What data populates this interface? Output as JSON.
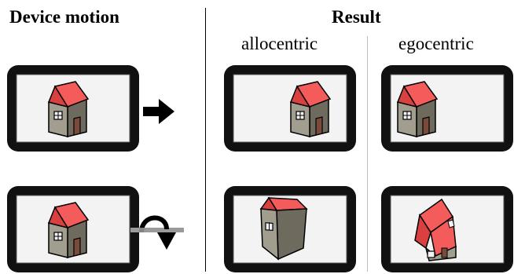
{
  "headings": {
    "device_motion": "Device motion",
    "result": "Result",
    "allocentric": "allocentric",
    "egocentric": "egocentric"
  },
  "colors": {
    "roof": "#f45b5b",
    "wall": "#a29e8f",
    "wall_shade": "#6e6b5e",
    "door": "#7a4a3a",
    "screen": "#f3f3f3",
    "tablet_frame": "#111111"
  },
  "rows": [
    {
      "motion": "translate",
      "motion_icon": "arrow-right-icon",
      "device": "house-center",
      "allocentric": "house-shifted-right",
      "egocentric": "house-shifted-left"
    },
    {
      "motion": "rotate",
      "motion_icon": "rotate-arrow-icon",
      "device": "house-center",
      "allocentric": "house-tilted-away",
      "egocentric": "house-tilted-toward"
    }
  ]
}
